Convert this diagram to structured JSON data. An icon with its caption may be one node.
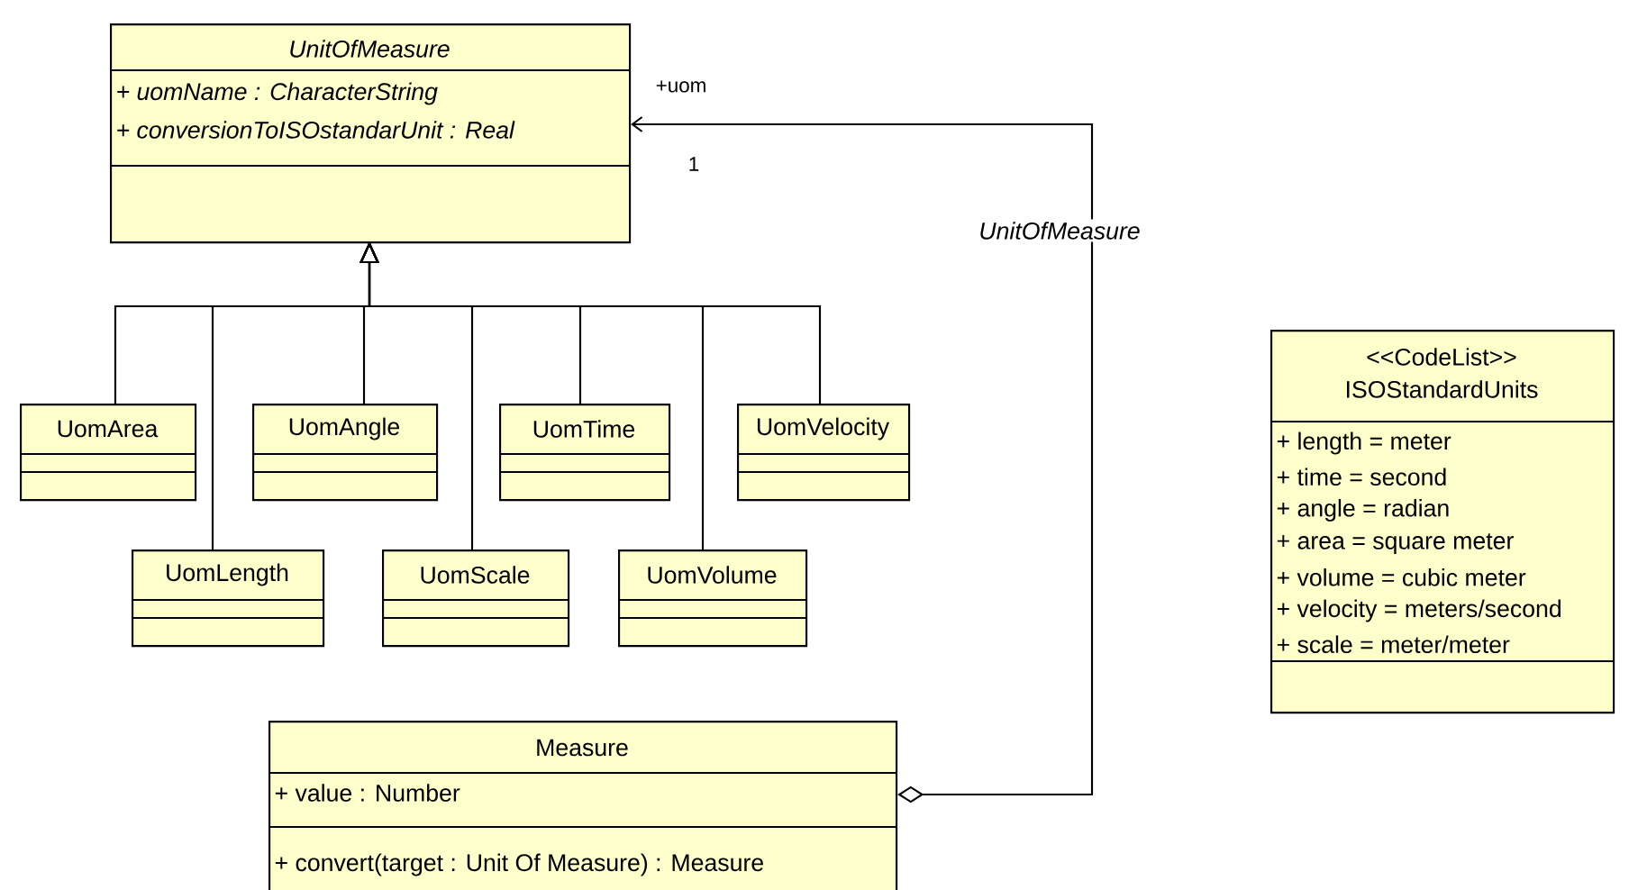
{
  "diagram": {
    "nodes": [
      {
        "text": [
          "UnitOfMeasure",
          "+ uomName : CharacterString",
          "+ conversionToISOstandarUnit : Real"
        ]
      },
      {
        "text": [
          "UomArea"
        ]
      },
      {
        "text": [
          "UomAngle"
        ]
      },
      {
        "text": [
          "UomTime"
        ]
      },
      {
        "text": [
          "UomVelocity"
        ]
      },
      {
        "text": [
          "UomLength"
        ]
      },
      {
        "text": [
          "UomScale"
        ]
      },
      {
        "text": [
          "UomVolume"
        ]
      },
      {
        "text": [
          "Measure",
          "+ value : Number",
          "+ convert(target : Unit Of Measure) : Measure"
        ]
      },
      {
        "text": [
          "<<CodeList>>",
          "ISOStandardUnits",
          "+ length = meter",
          "+ time = second",
          "+ angle = radian",
          "+ area = square meter",
          "+ volume = cubic meter",
          "+ velocity = meters/second",
          "+ scale = meter/meter"
        ]
      }
    ],
    "edges": [
      {
        "from": 1,
        "to": 0,
        "arrow": "to"
      },
      {
        "from": 5,
        "to": 0,
        "arrow": "to"
      },
      {
        "from": 2,
        "to": 0,
        "arrow": "to"
      },
      {
        "from": 6,
        "to": 0,
        "arrow": "to"
      },
      {
        "from": 3,
        "to": 0,
        "arrow": "to"
      },
      {
        "from": 7,
        "to": 0,
        "arrow": "to"
      },
      {
        "from": 4,
        "to": 0,
        "arrow": "to"
      },
      {
        "from": 8,
        "to": 0,
        "arrow": "to",
        "label": "UnitOfMeasure"
      }
    ],
    "labels": [
      "+uom",
      "1"
    ]
  }
}
